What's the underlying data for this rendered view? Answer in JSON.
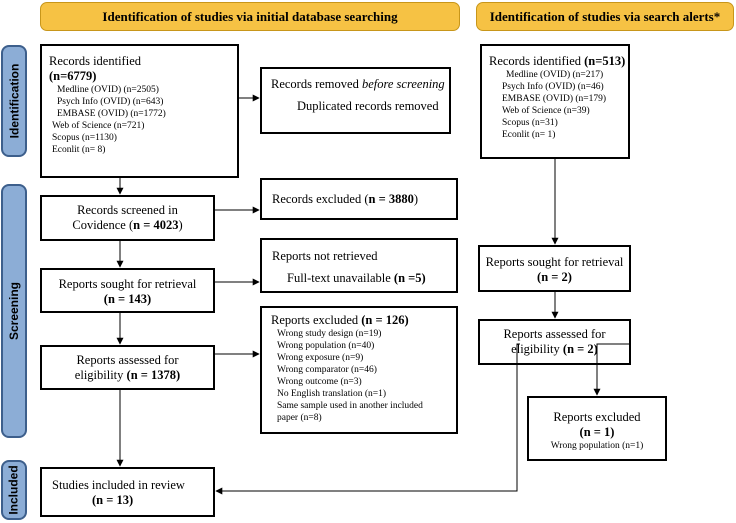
{
  "headers": {
    "initial": "Identification of studies via initial database searching",
    "alerts": "Identification of studies via search alerts*"
  },
  "phases": {
    "identification": "Identification",
    "screening": "Screening",
    "included": "Included"
  },
  "left": {
    "identified": {
      "title": "Records identified",
      "count": "(n=6779)",
      "sources": [
        "Medline (OVID) (n=2505)",
        "Psych Info (OVID) (n=643)",
        "EMBASE (OVID) (n=1772)",
        "Web of Science (n=721)",
        "Scopus (n=1130)",
        "Econlit (n= 8)"
      ]
    },
    "removed": {
      "title_a": "Records removed ",
      "title_b": "before screening",
      "detail": "Duplicated records removed"
    },
    "screened": {
      "line1": "Records screened in",
      "line2": "Covidence (",
      "count": "n = 4023",
      "line2_end": ")"
    },
    "excluded1": {
      "label": "Records excluded (",
      "count": "n = 3880",
      "end": ")"
    },
    "sought": {
      "line1": "Reports sought for retrieval",
      "count": "(n = 143)"
    },
    "not_retrieved": {
      "title": "Reports not retrieved",
      "detail": "Full-text unavailable ",
      "count": "(n =5)"
    },
    "assessed": {
      "line1": "Reports assessed for",
      "line2": "eligibility ",
      "count": "(n = 1378)"
    },
    "excluded2": {
      "title": "Reports excluded ",
      "count": "(n = 126)",
      "reasons": [
        "Wrong study design (n=19)",
        "Wrong population (n=40)",
        "Wrong exposure (n=9)",
        "Wrong comparator (n=46)",
        "Wrong outcome (n=3)",
        "No English translation (n=1)",
        "Same sample used in another included paper (n=8)"
      ]
    },
    "included": {
      "line1": "Studies included in review",
      "count": "(n = 13)"
    }
  },
  "right": {
    "identified": {
      "title": "Records identified ",
      "count": "(n=513)",
      "sources": [
        "Medline (OVID) (n=217)",
        "Psych Info (OVID) (n=46)",
        "EMBASE (OVID) (n=179)",
        "Web of Science (n=39)",
        "Scopus (n=31)",
        "Econlit (n= 1)"
      ]
    },
    "sought": {
      "line1": "Reports sought for retrieval",
      "count": "(n = 2)"
    },
    "assessed": {
      "line1": "Reports assessed for",
      "line2": "eligibility ",
      "count": "(n = 2)"
    },
    "excluded": {
      "title": "Reports excluded",
      "count": "(n = 1)",
      "reason": "Wrong population (n=1)"
    }
  }
}
